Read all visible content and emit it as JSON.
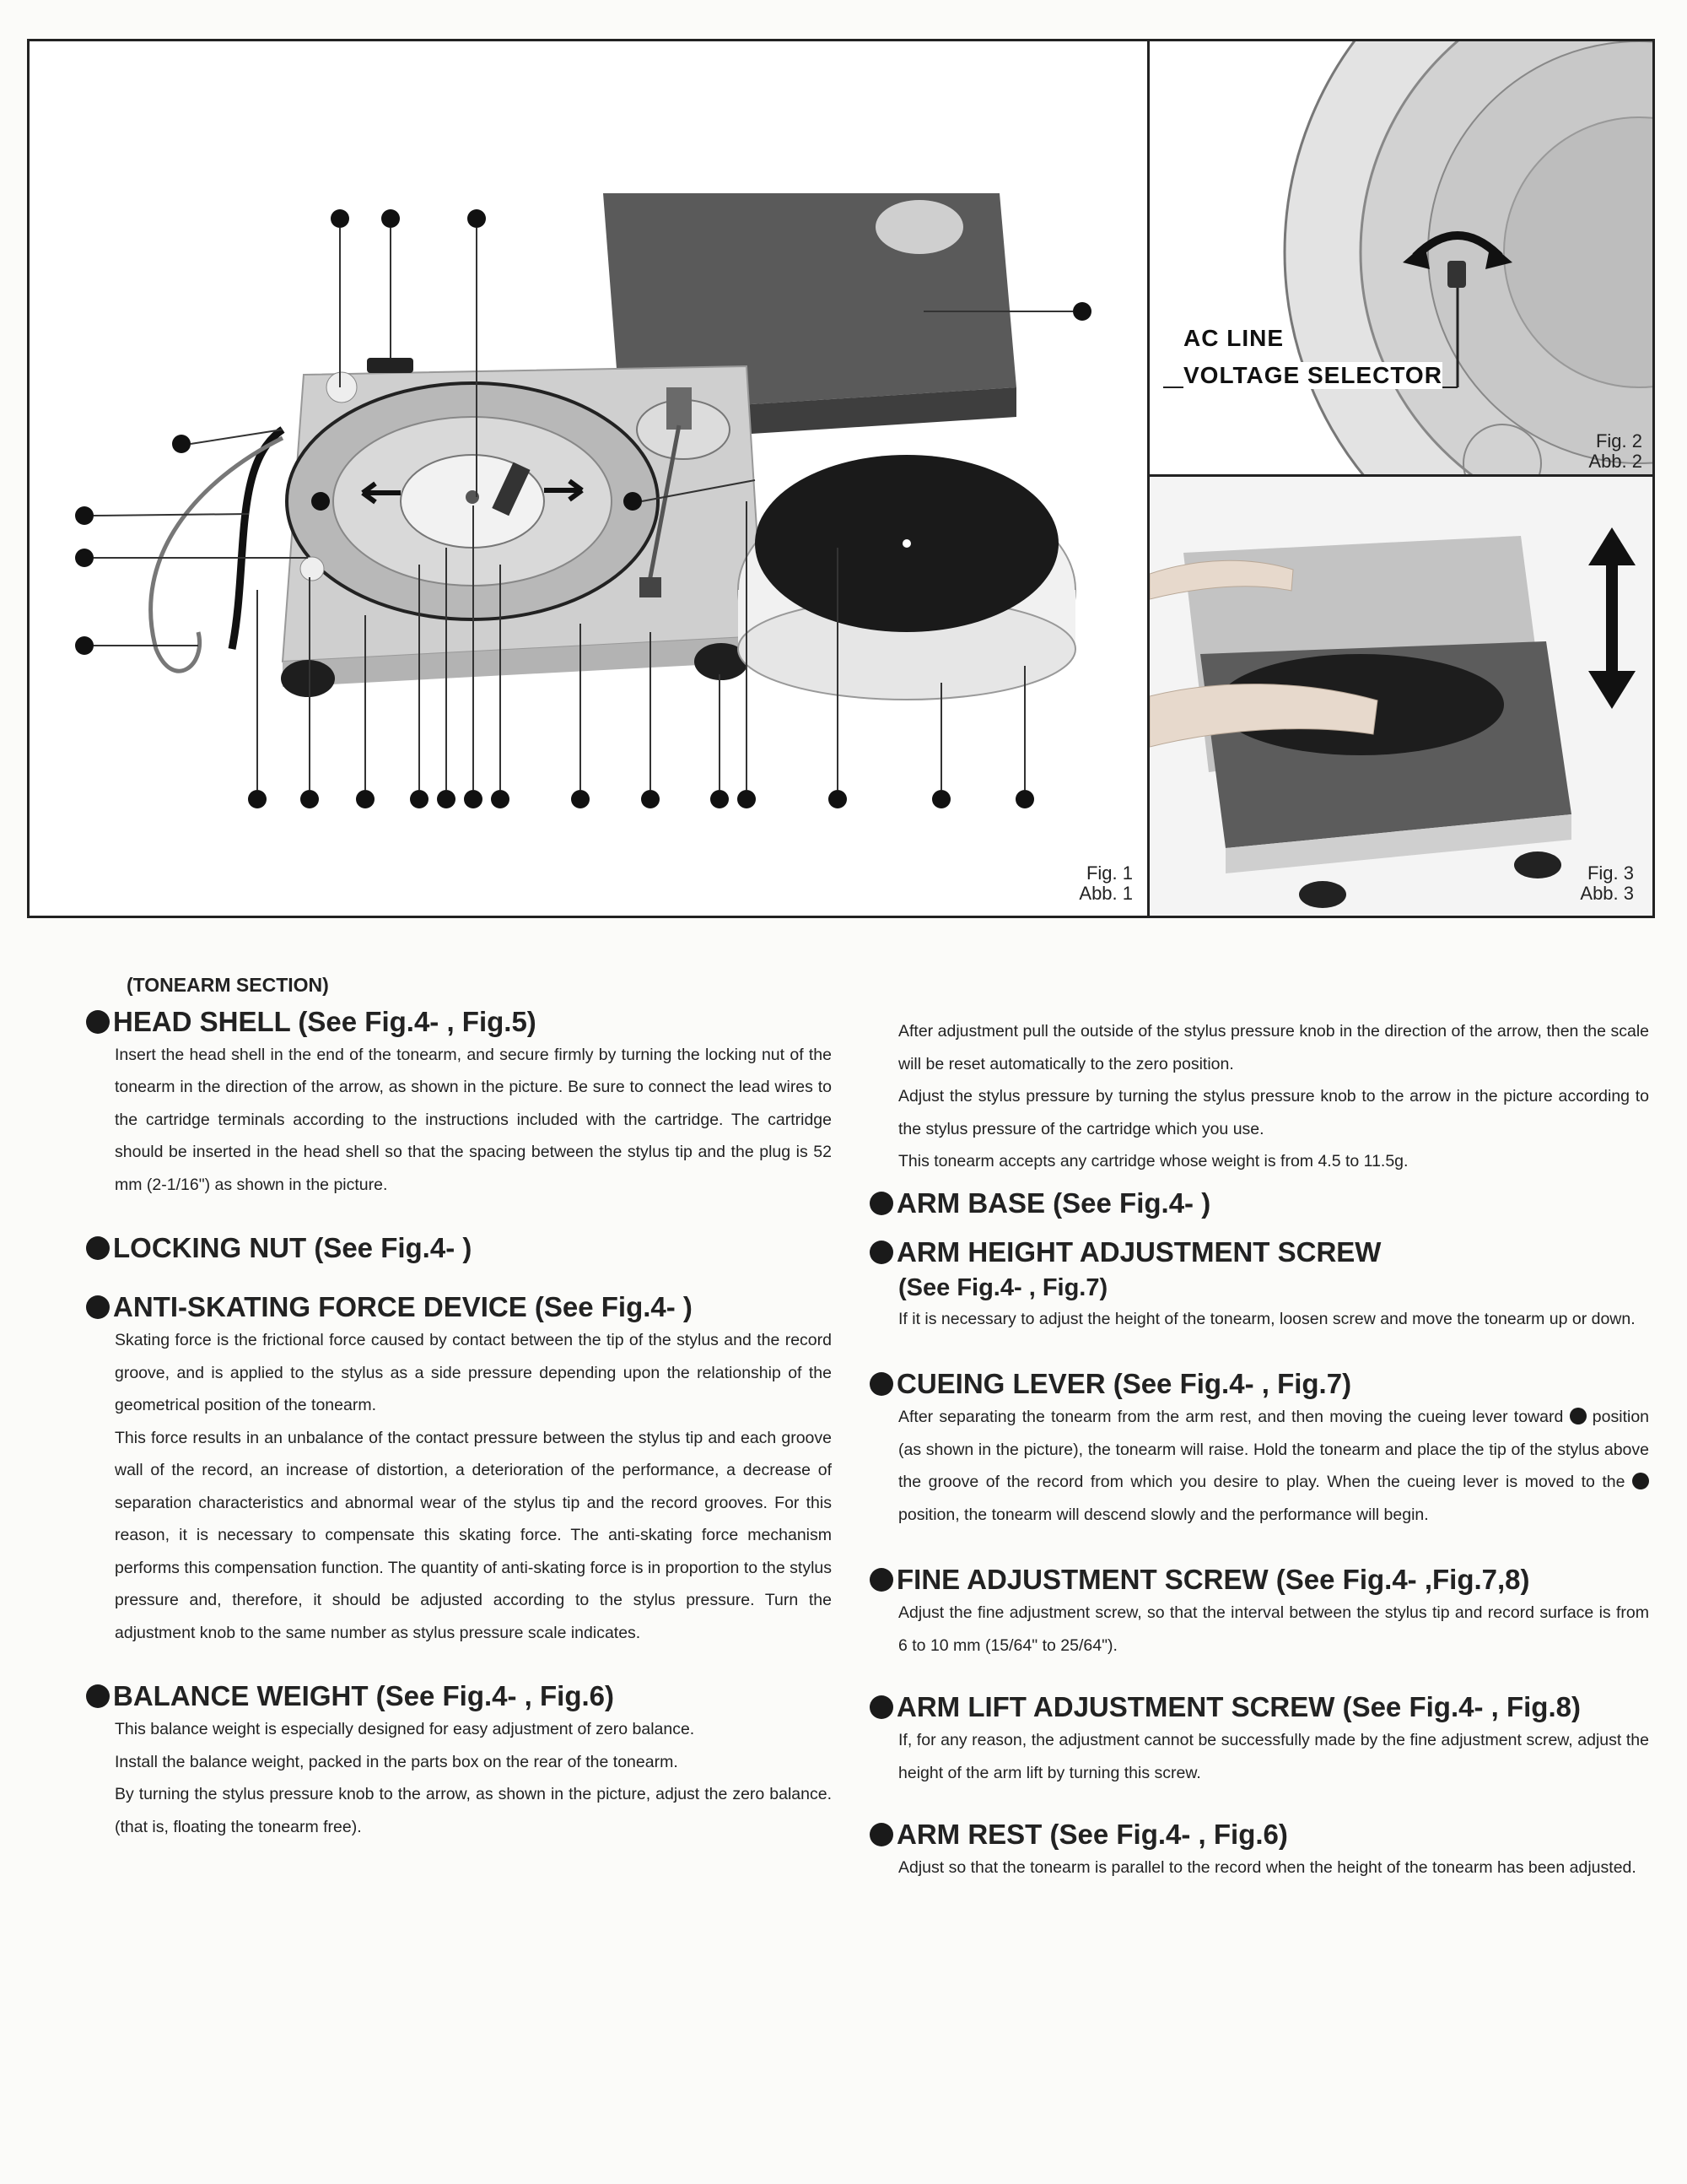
{
  "figures": {
    "fig1": {
      "caption_en": "Fig. 1",
      "caption_de": "Abb. 1"
    },
    "fig2": {
      "caption_en": "Fig. 2",
      "caption_de": "Abb. 2",
      "label_line1": "AC LINE",
      "label_line2": "VOLTAGE SELECTOR"
    },
    "fig3": {
      "caption_en": "Fig. 3",
      "caption_de": "Abb. 3"
    }
  },
  "left": {
    "section": "(TONEARM SECTION)",
    "head_shell": {
      "title": "HEAD SHELL (See Fig.4-  , Fig.5)",
      "body": "Insert the head shell in the end of the tonearm, and secure firmly by turning the locking nut of the tonearm in the direction of the arrow, as shown in the picture. Be sure to connect the lead wires to the cartridge terminals according to the instructions included with the cartridge. The cartridge should be inserted in the head shell so that the spacing between the stylus tip and the plug is 52 mm (2-1/16\") as shown in the picture."
    },
    "locking_nut": {
      "title": "LOCKING NUT (See Fig.4-  )"
    },
    "anti_skating": {
      "title": "ANTI-SKATING FORCE DEVICE (See Fig.4-  )",
      "body1": "Skating force is the frictional force caused by contact between the tip of the stylus and the record groove, and is applied to the stylus as a side pressure depending upon the relationship of the geometrical position of the tonearm.",
      "body2": "This force results in an unbalance of the contact pressure between the stylus tip and each groove wall of the record, an increase of distortion, a deterioration of the performance, a decrease of separation characteristics and abnormal wear of the stylus tip and the record grooves. For this reason, it is necessary to compensate this skating force. The anti-skating force mechanism performs this compensation function. The quantity of anti-skating force is in proportion to the stylus pressure and, therefore, it should be adjusted according to the stylus pressure. Turn the adjustment knob to the same number as stylus pressure scale indicates."
    },
    "balance_weight": {
      "title": "BALANCE WEIGHT (See Fig.4-  , Fig.6)",
      "body1": "This balance weight is especially designed for easy adjustment of zero balance.",
      "body2": "Install the balance weight, packed in the parts box on the rear of the tonearm.",
      "body3": "By turning the stylus pressure knob to the arrow, as shown in the picture, adjust the zero balance. (that is, floating the tonearm free)."
    }
  },
  "right": {
    "cont1": "After adjustment pull the outside of the stylus pressure knob in the direction of the arrow, then the scale will be reset automatically to the zero position.",
    "cont2": "Adjust the stylus pressure by turning the stylus pressure knob to the arrow in the picture according to the stylus pressure of the cartridge which you use.",
    "cont3": "This tonearm accepts any cartridge whose weight is from 4.5 to 11.5g.",
    "arm_base": {
      "title": "ARM BASE (See Fig.4-  )"
    },
    "arm_height": {
      "title": "ARM HEIGHT ADJUSTMENT SCREW",
      "title2": "(See Fig.4-  , Fig.7)",
      "body": "If it is necessary to adjust the height of the tonearm, loosen screw and move the tonearm up or down."
    },
    "cueing": {
      "title": "CUEING LEVER (See Fig.4-  , Fig.7)",
      "body_a": "After separating the tonearm from the arm rest, and then moving the cueing lever toward",
      "body_b": "position (as shown in the picture), the tonearm will raise.  Hold the tonearm and place the tip of the stylus above the groove of the record from which you desire to play.  When the cueing lever is moved to the",
      "body_c": "position, the tonearm will descend slowly and the performance will begin."
    },
    "fine_adj": {
      "title": "FINE ADJUSTMENT SCREW (See Fig.4- ,Fig.7,8)",
      "body": "Adjust the fine adjustment screw, so that the interval between the stylus tip and record surface is from 6 to 10 mm (15/64\" to 25/64\")."
    },
    "arm_lift": {
      "title": "ARM LIFT ADJUSTMENT SCREW (See Fig.4- , Fig.8)",
      "body": "If, for any reason, the adjustment cannot be successfully made by the fine adjustment screw, adjust the height of the arm lift by turning this screw."
    },
    "arm_rest": {
      "title": "ARM REST (See Fig.4-  , Fig.6)",
      "body": "Adjust so that the tonearm is parallel to the record when the height of the tonearm has been adjusted."
    }
  }
}
